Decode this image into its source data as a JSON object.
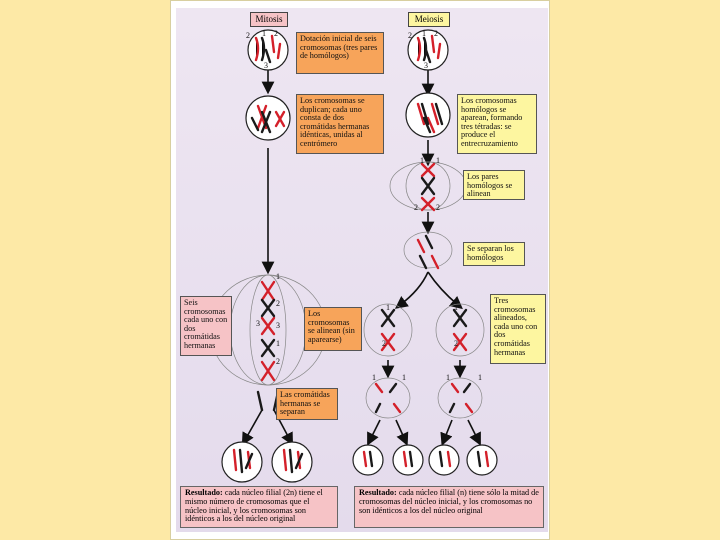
{
  "headers": {
    "mitosis": "Mitosis",
    "meiosis": "Meiosis"
  },
  "labels": {
    "initial": "Dotación inicial de seis cromosomas (tres pares de homólogos)",
    "duplicate": "Los cromosomas se duplican; cada uno consta de dos cromátidas hermanas idénticas, unidas al centrómero",
    "pair": "Los cromosomas homólogos se aparean, formando tres tétradas: se produce el entrecruzamiento",
    "align_pairs": "Los pares homólogos se alinean",
    "separate_homologs": "Se separan los homólogos",
    "six_chromosomes": "Seis cromosomas cada uno con dos cromátidas hermanas",
    "align_no_pair": "Los cromosomas se alinean (sin aparearse)",
    "three_chromosomes": "Tres cromosomas alineados, cada uno con dos cromátidas hermanas",
    "sister_separate": "Las cromátidas hermanas se separan"
  },
  "results": {
    "mitosis_bold": "Resultado:",
    "mitosis_text": " cada núcleo filial (2n) tiene el mismo número de cromosomas que el núcleo inicial, y los cromosomas son idénticos a los del núcleo original",
    "meiosis_bold": "Resultado:",
    "meiosis_text": " cada núcleo filial (n) tiene sólo la mitad de cromosomas del núcleo inicial, y los cromosomas no son idénticos a los del núcleo original"
  },
  "chromosome_numbers": [
    "1",
    "2",
    "3"
  ],
  "colors": {
    "orange_box": "#f7a45a",
    "yellow_box": "#fdf6a0",
    "pink_box": "#f6c3c6",
    "red_chrom": "#d4202a",
    "black_chrom": "#1a1a1a"
  }
}
